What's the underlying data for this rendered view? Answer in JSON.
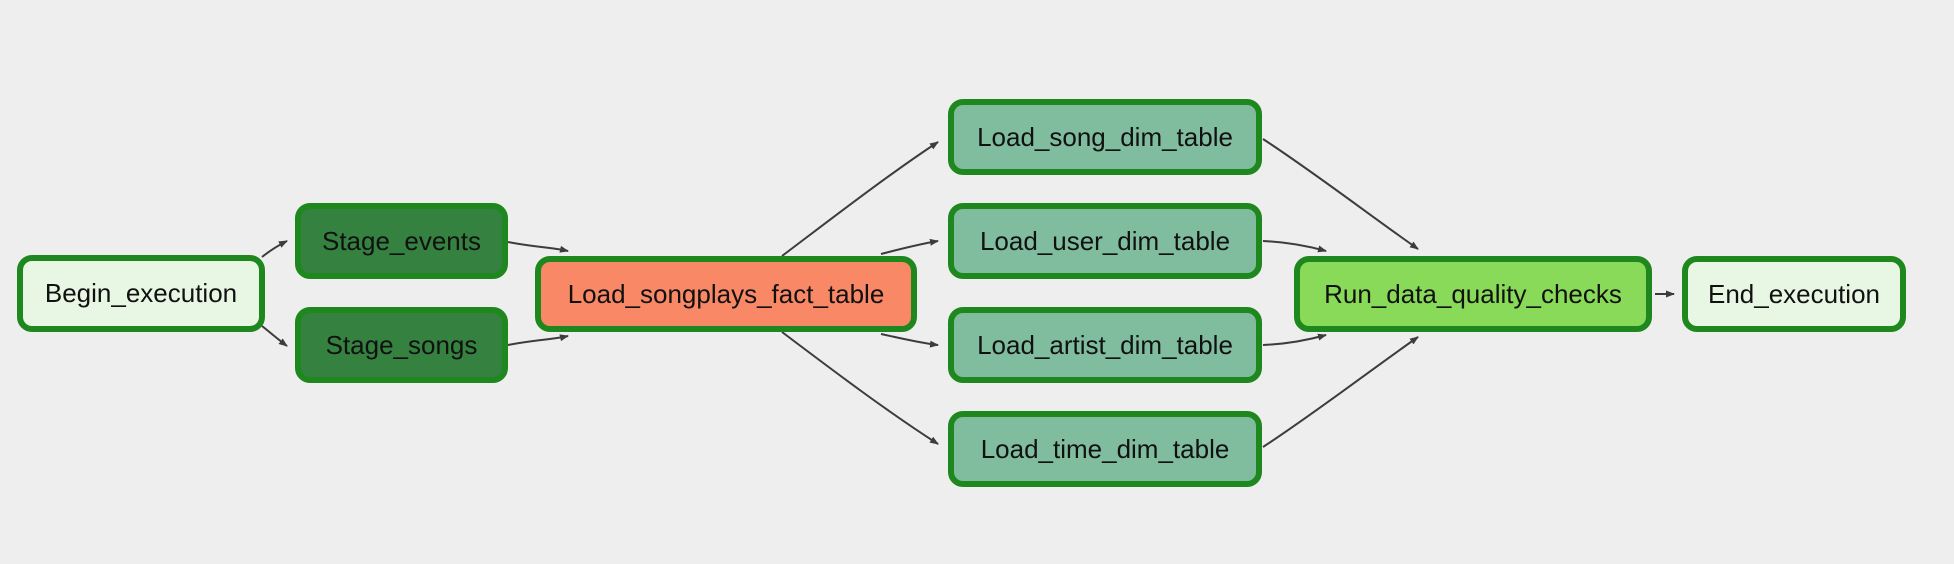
{
  "diagram": {
    "title": "dag-graph-view",
    "background_color": "#eeeeee",
    "edge_color": "#3c3c3c",
    "node_border_color": "#1e881e",
    "colors": {
      "dummy_operator_fill": "#e8f7e4",
      "stage_operator_fill": "#358140",
      "fact_operator_fill": "#F98866",
      "dimension_operator_fill": "#80BD9E",
      "quality_operator_fill": "#89DA59"
    },
    "nodes": [
      {
        "id": "begin_execution",
        "label": "Begin_execution",
        "type": "dummy"
      },
      {
        "id": "stage_events",
        "label": "Stage_events",
        "type": "stage"
      },
      {
        "id": "stage_songs",
        "label": "Stage_songs",
        "type": "stage"
      },
      {
        "id": "load_songplays_fact_table",
        "label": "Load_songplays_fact_table",
        "type": "fact"
      },
      {
        "id": "load_song_dim_table",
        "label": "Load_song_dim_table",
        "type": "dimension"
      },
      {
        "id": "load_user_dim_table",
        "label": "Load_user_dim_table",
        "type": "dimension"
      },
      {
        "id": "load_artist_dim_table",
        "label": "Load_artist_dim_table",
        "type": "dimension"
      },
      {
        "id": "load_time_dim_table",
        "label": "Load_time_dim_table",
        "type": "dimension"
      },
      {
        "id": "run_data_quality_checks",
        "label": "Run_data_quality_checks",
        "type": "quality"
      },
      {
        "id": "end_execution",
        "label": "End_execution",
        "type": "dummy"
      }
    ],
    "edges": [
      {
        "from": "begin_execution",
        "to": "stage_events"
      },
      {
        "from": "begin_execution",
        "to": "stage_songs"
      },
      {
        "from": "stage_events",
        "to": "load_songplays_fact_table"
      },
      {
        "from": "stage_songs",
        "to": "load_songplays_fact_table"
      },
      {
        "from": "load_songplays_fact_table",
        "to": "load_song_dim_table"
      },
      {
        "from": "load_songplays_fact_table",
        "to": "load_user_dim_table"
      },
      {
        "from": "load_songplays_fact_table",
        "to": "load_artist_dim_table"
      },
      {
        "from": "load_songplays_fact_table",
        "to": "load_time_dim_table"
      },
      {
        "from": "load_song_dim_table",
        "to": "run_data_quality_checks"
      },
      {
        "from": "load_user_dim_table",
        "to": "run_data_quality_checks"
      },
      {
        "from": "load_artist_dim_table",
        "to": "run_data_quality_checks"
      },
      {
        "from": "load_time_dim_table",
        "to": "run_data_quality_checks"
      },
      {
        "from": "run_data_quality_checks",
        "to": "end_execution"
      }
    ]
  }
}
